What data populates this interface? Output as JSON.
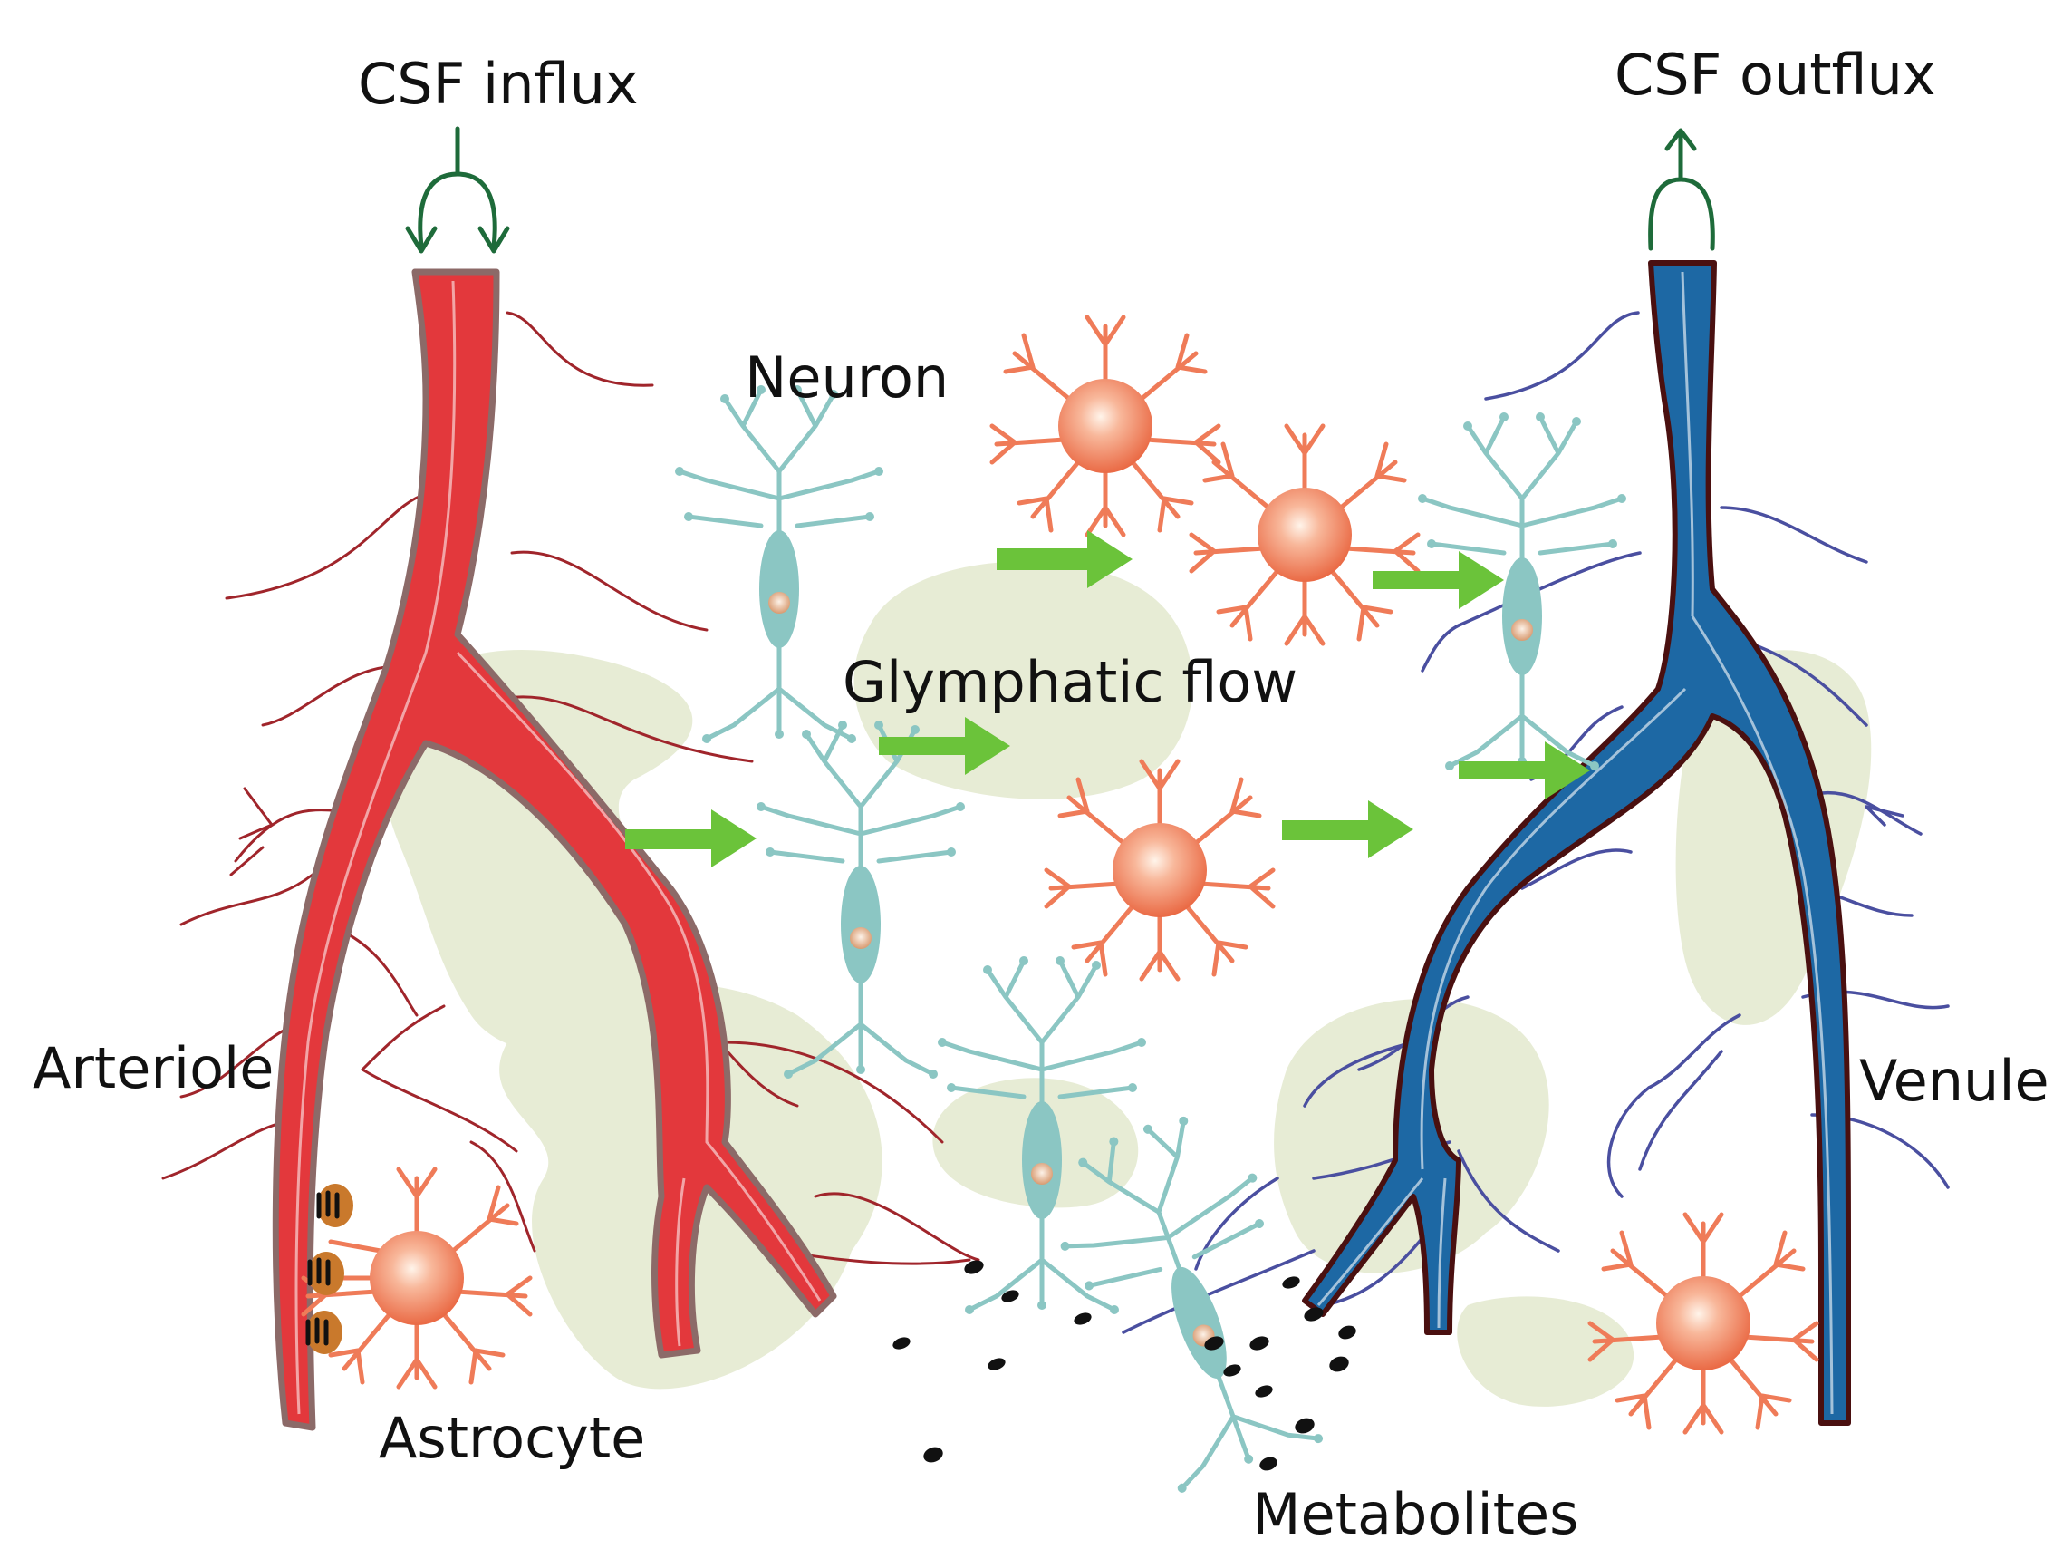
{
  "labels": {
    "csf_influx": "CSF influx",
    "csf_outflux": "CSF outflux",
    "neuron": "Neuron",
    "glymphatic_flow": "Glymphatic flow",
    "arteriole": "Arteriole",
    "venule": "Venule",
    "astrocyte": "Astrocyte",
    "metabolites": "Metabolites"
  },
  "colors": {
    "arteriole": "#e3383c",
    "arteriole_wall": "#8c6a68",
    "arteriole_capillary": "#a0252b",
    "venule": "#1d68a4",
    "venule_wall": "#4a1010",
    "venule_capillary": "#4a4fa0",
    "csf_arrow": "#1e6b3a",
    "flow_arrow": "#6bc33a",
    "interstitium": "#e6ebd3",
    "neuron": "#8bc6c3",
    "astrocyte": "#ef7b58",
    "metabolite": "#111111"
  },
  "icons": [
    "arteriole-vessel",
    "venule-vessel",
    "neuron-icon",
    "astrocyte-icon",
    "metabolite-dot",
    "flow-arrow-icon",
    "csf-arrow-icon"
  ]
}
